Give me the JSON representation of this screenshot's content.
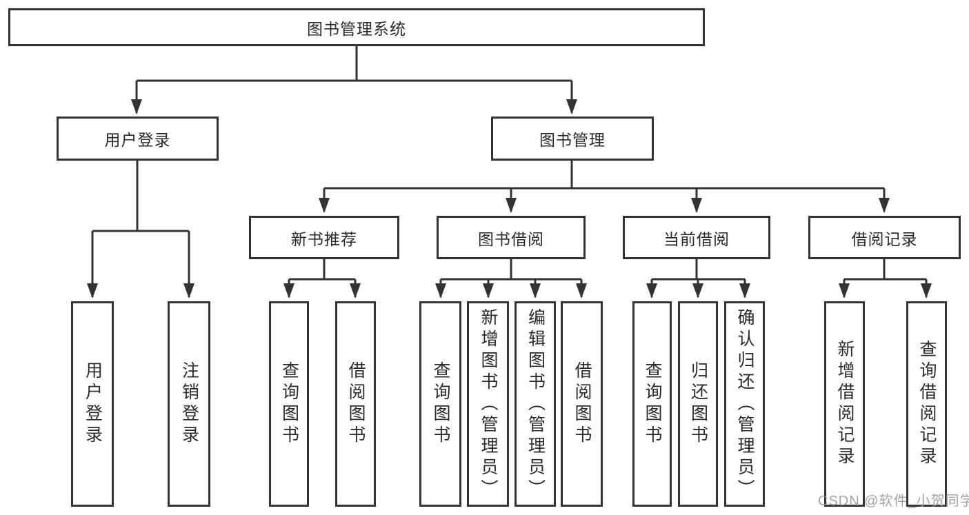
{
  "colors": {
    "line": "#333333",
    "border": "#333333",
    "text": "#2b2b2b",
    "background": "#ffffff",
    "watermark": "#969696"
  },
  "watermark": {
    "text": "CSDN @软件_小贺同学"
  },
  "tree": {
    "root": {
      "label": "图书管理系统"
    },
    "branches": [
      {
        "label": "用户登录",
        "leaves": [
          {
            "label": "用户登录"
          },
          {
            "label": "注销登录"
          }
        ]
      },
      {
        "label": "图书管理",
        "sections": [
          {
            "label": "新书推荐",
            "leaves": [
              {
                "label": "查询图书"
              },
              {
                "label": "借阅图书"
              }
            ]
          },
          {
            "label": "图书借阅",
            "leaves": [
              {
                "label": "查询图书"
              },
              {
                "label": "新增图书（管理员）"
              },
              {
                "label": "编辑图书（管理员）"
              },
              {
                "label": "借阅图书"
              }
            ]
          },
          {
            "label": "当前借阅",
            "leaves": [
              {
                "label": "查询图书"
              },
              {
                "label": "归还图书"
              },
              {
                "label": "确认归还（管理员）"
              }
            ]
          },
          {
            "label": "借阅记录",
            "leaves": [
              {
                "label": "新增借阅记录"
              },
              {
                "label": "查询借阅记录"
              }
            ]
          }
        ]
      }
    ]
  }
}
